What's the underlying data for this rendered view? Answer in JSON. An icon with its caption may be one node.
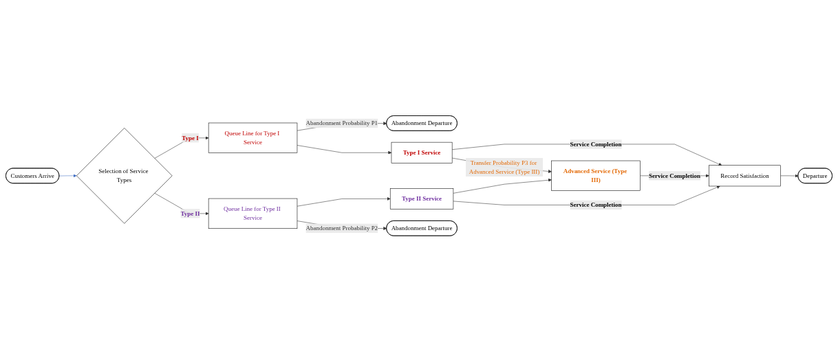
{
  "diagram": {
    "nodes": [
      {
        "text": [
          "Customers Arrive"
        ]
      },
      {
        "text": [
          "Selection of Service Types"
        ]
      },
      {
        "text": [
          "Abandonment Departure"
        ]
      },
      {
        "text": [
          "Queue Line for Type I Service"
        ]
      },
      {
        "text": [
          "Type I Service"
        ]
      },
      {
        "text": [
          "Advanced Service (Type III)"
        ]
      },
      {
        "text": [
          "Record Satisfaction"
        ]
      },
      {
        "text": [
          "Departure"
        ]
      },
      {
        "text": [
          "Queue Line for Type II Service"
        ]
      },
      {
        "text": [
          "Type II Service"
        ]
      },
      {
        "text": [
          "Abandonment Departure"
        ]
      }
    ],
    "edges": [
      {
        "from": 0,
        "to": 1,
        "arrow": "to",
        "color": "#4472c4"
      },
      {
        "from": 1,
        "to": 3,
        "arrow": "to",
        "label": "Type I"
      },
      {
        "from": 1,
        "to": 8,
        "arrow": "to",
        "label": "Type II"
      },
      {
        "from": 3,
        "to": 2,
        "arrow": "to",
        "label": "Abandonment Probability P1"
      },
      {
        "from": 3,
        "to": 4,
        "arrow": "to"
      },
      {
        "from": 4,
        "to": 5,
        "arrow": "to",
        "label": "Transfer Probability P3 for Advanced Service (Type III)"
      },
      {
        "from": 9,
        "to": 5,
        "arrow": "to"
      },
      {
        "from": 4,
        "to": 6,
        "arrow": "to",
        "label": "Service Completion"
      },
      {
        "from": 5,
        "to": 6,
        "arrow": "to",
        "label": "Service Completion"
      },
      {
        "from": 9,
        "to": 6,
        "arrow": "to",
        "label": "Service Completion"
      },
      {
        "from": 6,
        "to": 7,
        "arrow": "to"
      },
      {
        "from": 8,
        "to": 9,
        "arrow": "to"
      },
      {
        "from": 8,
        "to": 10,
        "arrow": "to",
        "label": "Abandonment Probability P2"
      }
    ]
  }
}
